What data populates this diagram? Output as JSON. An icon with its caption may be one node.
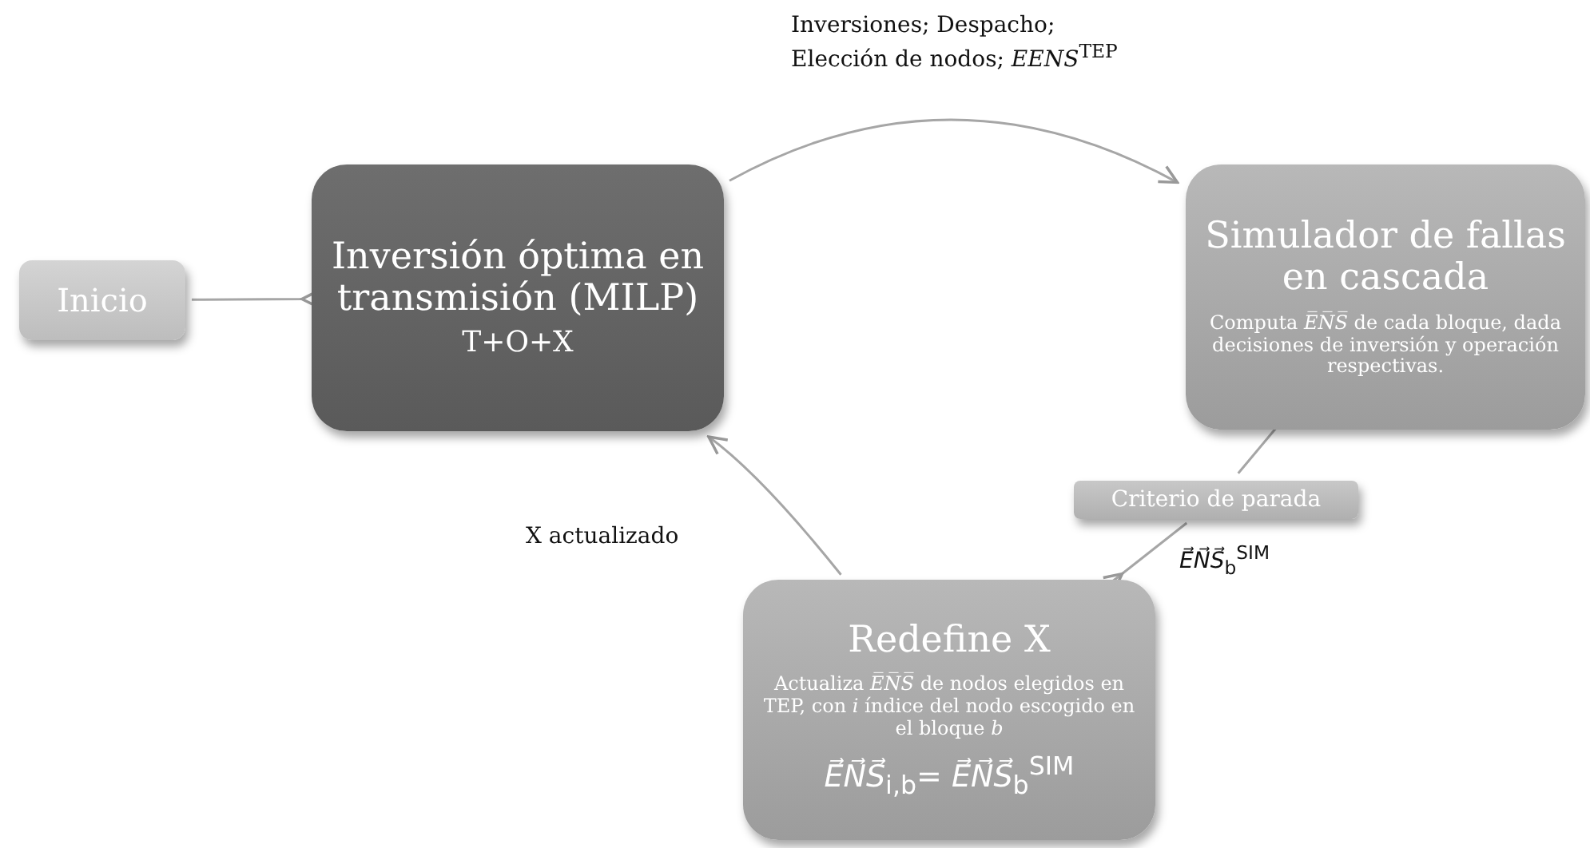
{
  "diagram": {
    "nodes": [
      {
        "text": [
          "Inicio"
        ]
      },
      {
        "text": [
          "Inversión óptima en transmisión (MILP)",
          "T+O+X"
        ]
      },
      {
        "text": [
          "Simulador de fallas en cascada",
          "Computa *E̅N̅S̅* de cada bloque, dada decisiones de inversión y operación respectivas."
        ]
      },
      {
        "text": [
          "Criterio de parada"
        ]
      },
      {
        "text": [
          "Redefine X",
          "Actualiza *E̅N̅S̅* de nodos elegidos en TEP, con *i* índice del nodo escogido en el bloque *b*",
          "*E⃗N⃗S⃗*$_{i,b}$= *E⃗N⃗S⃗*$_{b}$$^{SIM}$"
        ]
      }
    ],
    "edges": [
      {
        "from": 0,
        "to": 1,
        "arrow": "to"
      },
      {
        "from": 1,
        "to": 2,
        "arrow": "to",
        "label": "Inversiones; Despacho; Elección de nodos; *EENS*$^{TEP}$"
      },
      {
        "from": 2,
        "to": 3,
        "arrow": "none"
      },
      {
        "from": 3,
        "to": 4,
        "arrow": "to",
        "label": "*E⃗N⃗S⃗*$_{b}$$^{SIM}$"
      },
      {
        "from": 4,
        "to": 1,
        "arrow": "to",
        "label": "X actualizado"
      }
    ]
  }
}
